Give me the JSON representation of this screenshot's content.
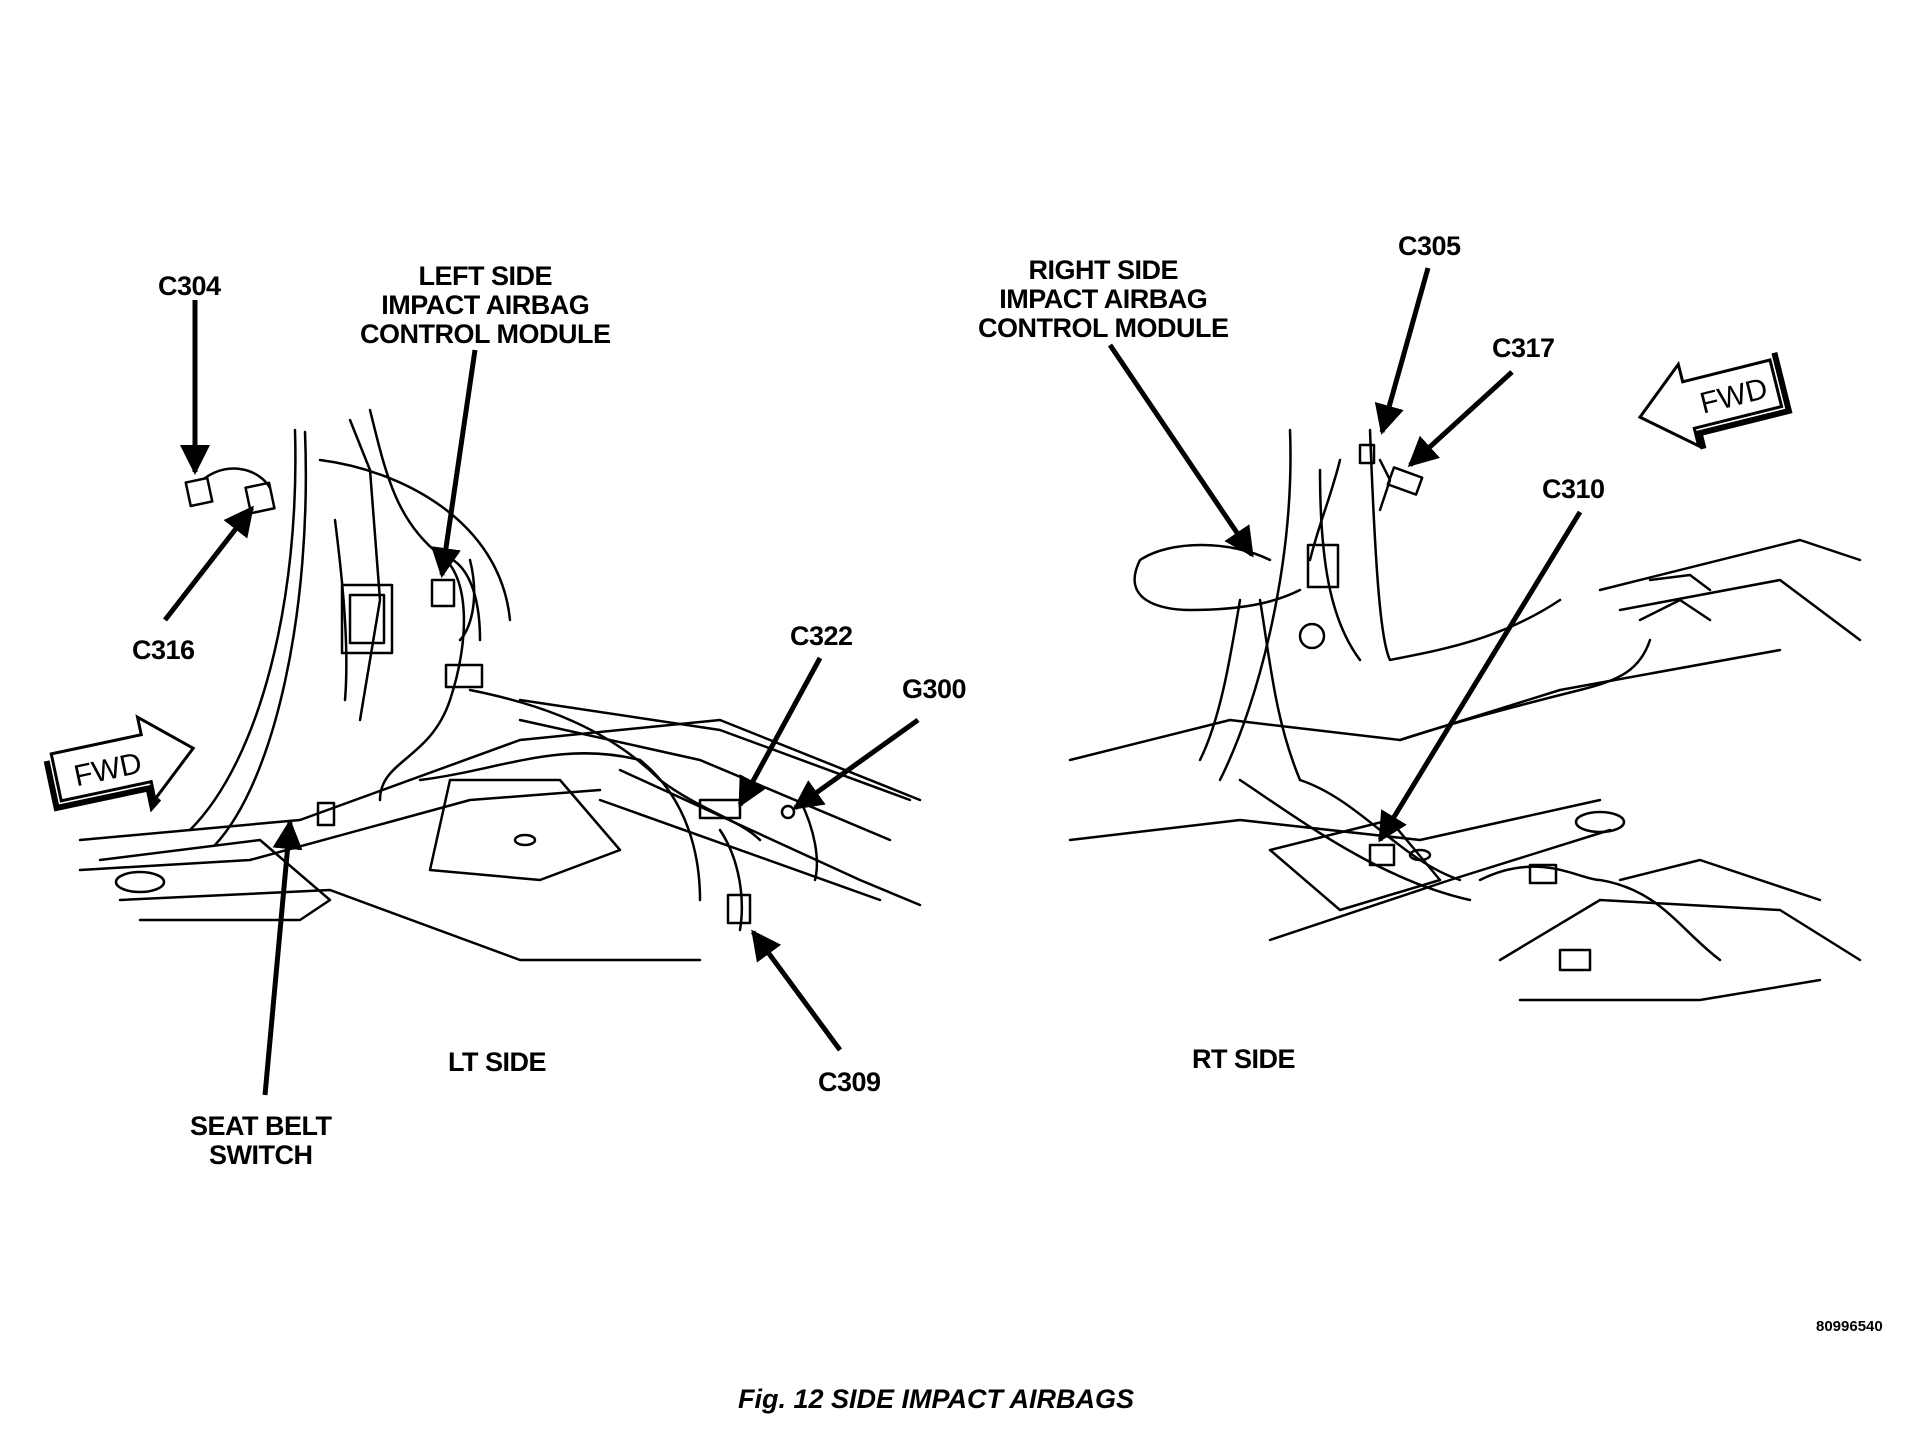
{
  "labels": {
    "c304": "C304",
    "left_module": "LEFT SIDE\nIMPACT AIRBAG\nCONTROL MODULE",
    "c316": "C316",
    "c322": "C322",
    "g300": "G300",
    "c309": "C309",
    "seat_belt_switch": "SEAT BELT\nSWITCH",
    "lt_side": "LT SIDE",
    "right_module": "RIGHT SIDE\nIMPACT AIRBAG\nCONTROL MODULE",
    "c305": "C305",
    "c317": "C317",
    "c310": "C310",
    "rt_side": "RT SIDE"
  },
  "fwd_left": "FWD",
  "fwd_right": "FWD",
  "reference_number": "80996540",
  "caption": "Fig. 12 SIDE IMPACT AIRBAGS",
  "colors": {
    "ink": "#000000",
    "paper": "#ffffff"
  }
}
